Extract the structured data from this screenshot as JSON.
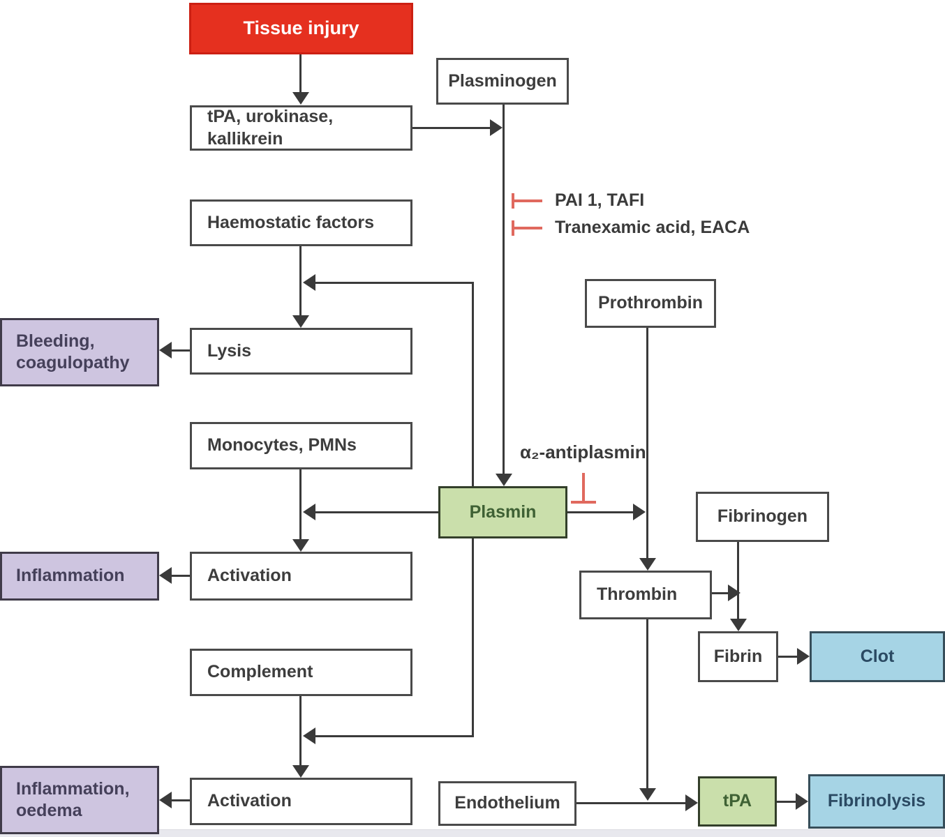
{
  "diagram": {
    "nodes": {
      "tissue_injury": "Tissue injury",
      "plasminogen": "Plasminogen",
      "activators": "tPA, urokinase, kallikrein",
      "haemostatic_factors": "Haemostatic factors",
      "bleeding_coagulopathy": "Bleeding,\ncoagulopathy",
      "lysis": "Lysis",
      "monocytes_pmns": "Monocytes, PMNs",
      "inflammation": "Inflammation",
      "activation_monocytes": "Activation",
      "complement": "Complement",
      "inflammation_oedema": "Inflammation,\noedema",
      "activation_complement": "Activation",
      "plasmin": "Plasmin",
      "prothrombin": "Prothrombin",
      "thrombin": "Thrombin",
      "fibrinogen": "Fibrinogen",
      "fibrin": "Fibrin",
      "clot": "Clot",
      "endothelium": "Endothelium",
      "tpa": "tPA",
      "fibrinolysis": "Fibrinolysis"
    },
    "inhibitor_labels": {
      "pai_tafi": "PAI 1, TAFI",
      "tranexamic_eaca": "Tranexamic acid, EACA",
      "alpha2_antiplasmin": "α₂-antiplasmin"
    },
    "colors": {
      "injury_red": "#e5301f",
      "outcome_purple": "#cec5e0",
      "enzyme_green": "#cadfab",
      "product_blue": "#a6d4e5",
      "line_gray": "#3a3a3a",
      "inhibitor_red": "#e0695e"
    }
  }
}
